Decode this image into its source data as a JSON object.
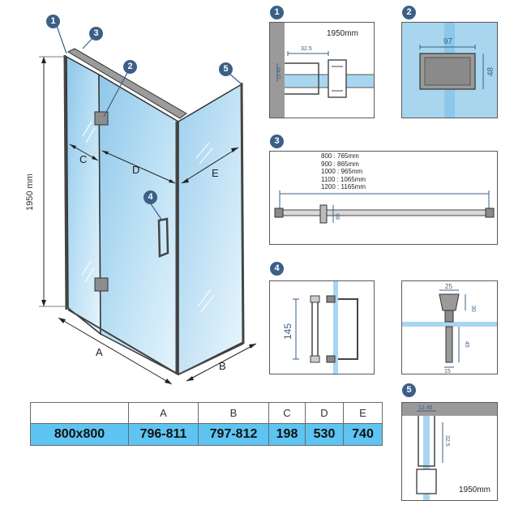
{
  "main": {
    "badges": [
      "1",
      "2",
      "3",
      "4",
      "5"
    ],
    "height_label": "1950 mm",
    "dim_letters": {
      "a": "A",
      "b": "B",
      "c": "C",
      "d": "D",
      "e": "E"
    }
  },
  "detail1": {
    "badge": "1",
    "height": "1950mm",
    "width": "32.5",
    "depth": "12.45"
  },
  "detail2": {
    "badge": "2",
    "width": "97",
    "height": "48"
  },
  "detail3": {
    "badge": "3",
    "sizes": [
      "800 : 765mm",
      "900 : 865mm",
      "1000 : 965mm",
      "1100 : 1065mm",
      "1200 : 1165mm"
    ],
    "bracket_height": "86"
  },
  "detail4": {
    "badge": "4",
    "handle_length": "145",
    "top_width": "25",
    "mid_height": "30",
    "low_height": "45",
    "base_width": "15"
  },
  "detail5": {
    "badge": "5",
    "depth": "12.45",
    "height": "1950mm",
    "inner": "32.5"
  },
  "spec_table": {
    "headers": [
      "",
      "A",
      "B",
      "C",
      "D",
      "E"
    ],
    "values": [
      "800x800",
      "796-811",
      "797-812",
      "198",
      "530",
      "740"
    ]
  },
  "colors": {
    "badge": "#3b5f86",
    "glass": "#a9d6ef",
    "table_row": "#5ec4f2",
    "wall": "#9a9a9a"
  }
}
